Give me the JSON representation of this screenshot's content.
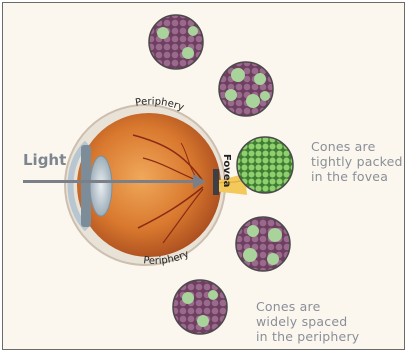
{
  "labels": {
    "light": "Light",
    "periphery_top": "Periphery",
    "fovea": "Fovea",
    "periphery_bottom": "Periphery"
  },
  "captions": {
    "fovea": [
      "Cones are",
      "tightly packed",
      "in the fovea"
    ],
    "periphery": [
      "Cones are",
      "widely spaced",
      "in the periphery"
    ]
  },
  "colors": {
    "background": "#fbf7ef",
    "rod_purple": "#8a5a7c",
    "cone_green": "#a8d39a",
    "fovea_green": "#6fb357",
    "eye_orange": "#d8782e",
    "caption_gray": "#8a8f96"
  }
}
